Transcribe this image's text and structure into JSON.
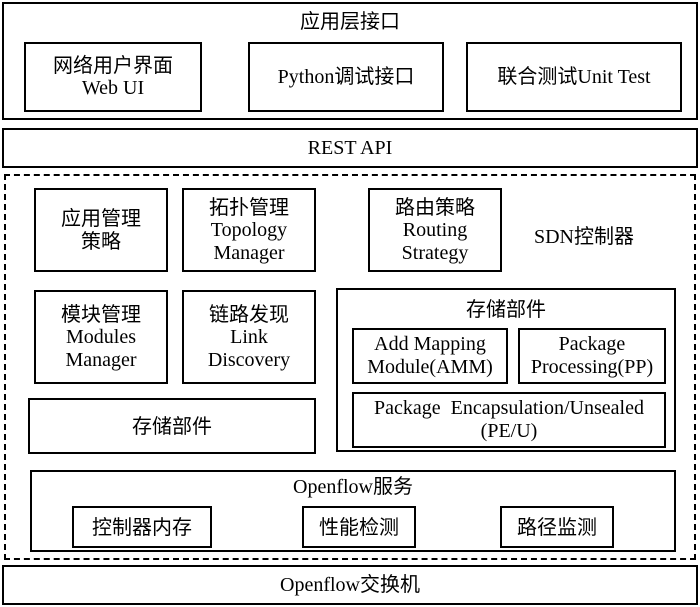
{
  "app_layer": {
    "title": "应用层接口",
    "web_ui": {
      "zh": "网络用户界面",
      "en": "Web UI"
    },
    "python": "Python调试接口",
    "unit_test": "联合测试Unit Test"
  },
  "rest_api": "REST API",
  "sdn": {
    "title": "SDN控制器",
    "app_mgmt": {
      "line1": "应用管理",
      "line2": "策略"
    },
    "topology": {
      "zh": "拓扑管理",
      "en1": "Topology",
      "en2": "Manager"
    },
    "routing": {
      "zh": "路由策略",
      "en1": "Routing",
      "en2": "Strategy"
    },
    "modules": {
      "zh": "模块管理",
      "en1": "Modules",
      "en2": "Manager"
    },
    "link": {
      "zh": "链路发现",
      "en1": "Link",
      "en2": "Discovery"
    },
    "storage_left": "存储部件",
    "storage_right": {
      "title": "存储部件",
      "amm": {
        "line1": "Add Mapping",
        "line2": "Module(AMM)"
      },
      "pp": {
        "line1": "Package",
        "line2": "Processing(PP)"
      },
      "peu": {
        "line1": "Package  Encapsulation/Unsealed",
        "line2": "(PE/U)"
      }
    },
    "openflow_service": {
      "title": "Openflow服务",
      "memory": "控制器内存",
      "performance": "性能检测",
      "path": "路径监测"
    }
  },
  "openflow_switch": "Openflow交换机"
}
